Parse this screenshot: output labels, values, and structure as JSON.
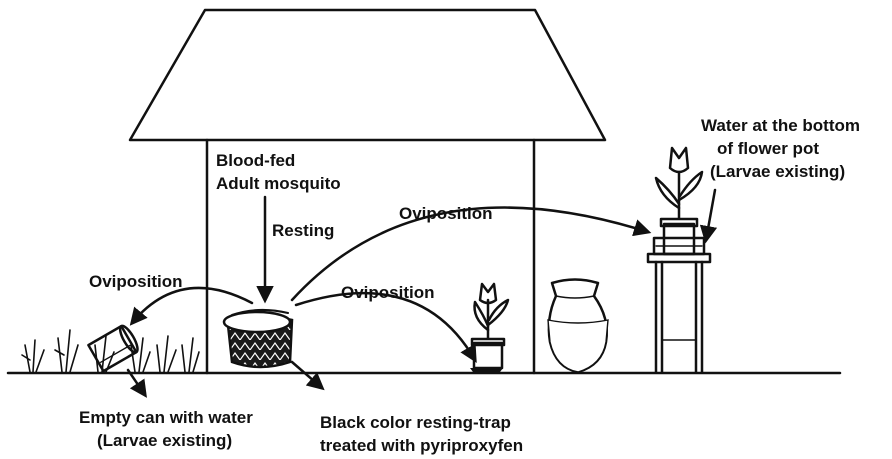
{
  "labels": {
    "blood_fed_line1": "Blood-fed",
    "blood_fed_line2": "Adult mosquito",
    "resting": "Resting",
    "oviposition_top": "Oviposition",
    "oviposition_left": "Oviposition",
    "oviposition_middle": "Oviposition",
    "flower_pot_line1": "Water at the bottom",
    "flower_pot_line2": "of flower pot",
    "flower_pot_line3": "(Larvae existing)",
    "can_line1": "Empty can with water",
    "can_line2": "(Larvae existing)",
    "trap_line1": "Black color resting-trap",
    "trap_line2": "treated with pyriproxyfen"
  }
}
